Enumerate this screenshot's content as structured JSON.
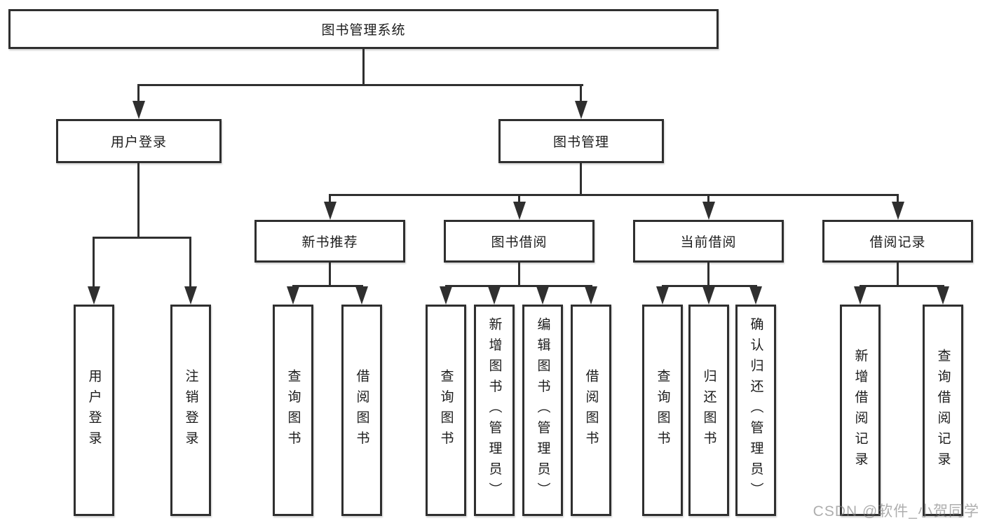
{
  "diagram": {
    "root": {
      "label": "图书管理系统"
    },
    "branches": [
      {
        "label": "用户登录",
        "children": [
          {
            "label": "用户登录"
          },
          {
            "label": "注销登录"
          }
        ]
      },
      {
        "label": "图书管理",
        "children": [
          {
            "label": "新书推荐",
            "children": [
              {
                "label": "查询图书"
              },
              {
                "label": "借阅图书"
              }
            ]
          },
          {
            "label": "图书借阅",
            "children": [
              {
                "label": "查询图书"
              },
              {
                "label": "新增图书（管理员）"
              },
              {
                "label": "编辑图书（管理员）"
              },
              {
                "label": "借阅图书"
              }
            ]
          },
          {
            "label": "当前借阅",
            "children": [
              {
                "label": "查询图书"
              },
              {
                "label": "归还图书"
              },
              {
                "label": "确认归还（管理员）"
              }
            ]
          },
          {
            "label": "借阅记录",
            "children": [
              {
                "label": "新增借阅记录"
              },
              {
                "label": "查询借阅记录"
              }
            ]
          }
        ]
      }
    ]
  },
  "watermark": {
    "text": "CSDN @软件_小贺同学"
  },
  "colors": {
    "background": "#ffffff",
    "line": "#2f2f2f",
    "text": "#1c1c1c",
    "watermark": "#b9b9b9"
  }
}
